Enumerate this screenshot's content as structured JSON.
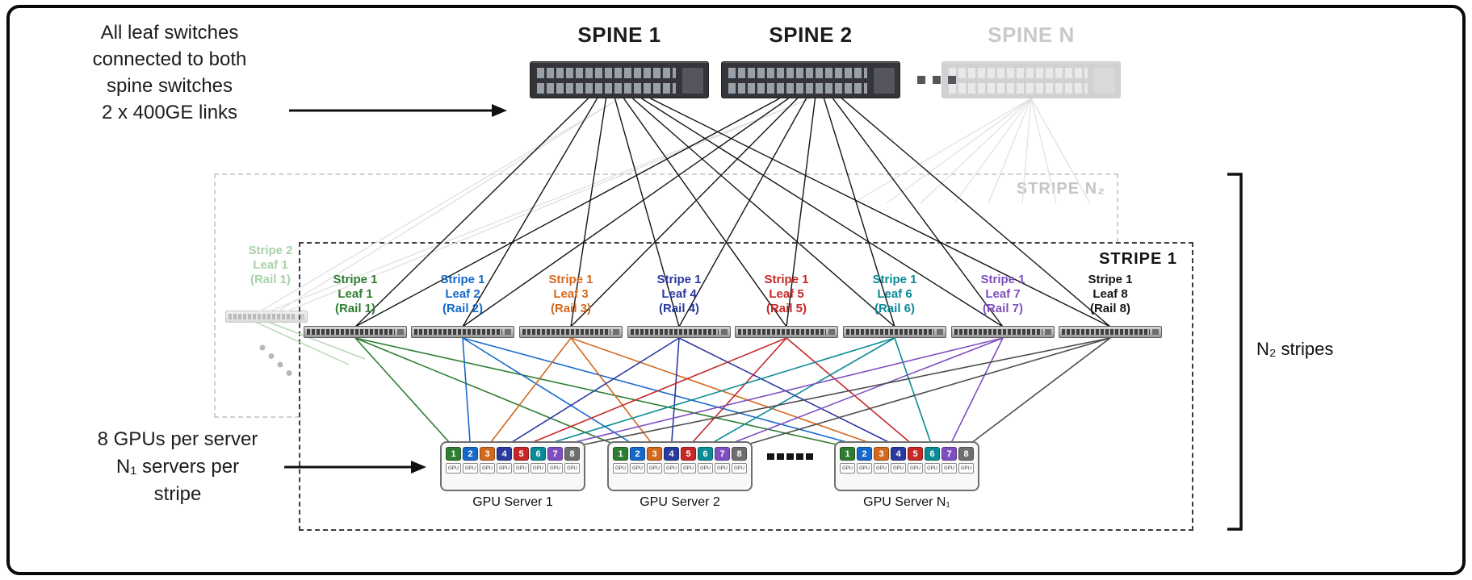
{
  "notes": {
    "spine_note_lines": [
      "All leaf switches",
      "connected to both",
      "spine switches",
      "2 x 400GE links"
    ],
    "server_note_lines": [
      "8 GPUs per server",
      "N₁ servers per",
      "stripe"
    ],
    "stripes_bracket_label": "N₂ stripes"
  },
  "spines": {
    "items": [
      {
        "label": "SPINE 1",
        "faded": false
      },
      {
        "label": "SPINE 2",
        "faded": false
      },
      {
        "label": "SPINE N",
        "faded": true
      }
    ]
  },
  "stripe_n": {
    "label": "STRIPE N₂"
  },
  "stripe1": {
    "label": "STRIPE 1",
    "leaves": [
      {
        "lines": [
          "Stripe 1",
          "Leaf 1",
          "(Rail 1)"
        ],
        "color": "#2e7d32"
      },
      {
        "lines": [
          "Stripe 1",
          "Leaf 2",
          "(Rail 2)"
        ],
        "color": "#1769c9"
      },
      {
        "lines": [
          "Stripe 1",
          "Leaf 3",
          "(Rail 3)"
        ],
        "color": "#d2691e"
      },
      {
        "lines": [
          "Stripe 1",
          "Leaf 4",
          "(Rail 4)"
        ],
        "color": "#2a3a9f"
      },
      {
        "lines": [
          "Stripe 1",
          "Leaf 5",
          "(Rail 5)"
        ],
        "color": "#c62828"
      },
      {
        "lines": [
          "Stripe 1",
          "Leaf 6",
          "(Rail 6)"
        ],
        "color": "#0a8b96"
      },
      {
        "lines": [
          "Stripe 1",
          "Leaf 7",
          "(Rail 7)"
        ],
        "color": "#7e4fc0"
      },
      {
        "lines": [
          "Stripe 1",
          "Leaf 8",
          "(Rail 8)"
        ],
        "color": "#161616"
      }
    ]
  },
  "stripe2_leaf": {
    "lines": [
      "Stripe 2",
      "Leaf 1",
      "(Rail 1)"
    ]
  },
  "servers": {
    "items": [
      {
        "label": "GPU Server 1"
      },
      {
        "label": "GPU Server 2"
      },
      {
        "label": "GPU Server N₁"
      }
    ],
    "port_numbers": [
      "1",
      "2",
      "3",
      "4",
      "5",
      "6",
      "7",
      "8"
    ],
    "gpu_chip_label": "GPU"
  },
  "colors": {
    "rails": [
      "#2e7d32",
      "#1769c9",
      "#d2691e",
      "#2a3a9f",
      "#c62828",
      "#0a8b96",
      "#7e4fc0",
      "#4d4d4d"
    ],
    "port_fills": [
      "#2e7d32",
      "#1769c9",
      "#d2691e",
      "#2a3a9f",
      "#c62828",
      "#0a8b96",
      "#7e4fc0",
      "#6e6e6e"
    ],
    "spine_line": "#141414",
    "faded_line": "#e2e2e2",
    "faded_green": "#b9d8b9"
  }
}
